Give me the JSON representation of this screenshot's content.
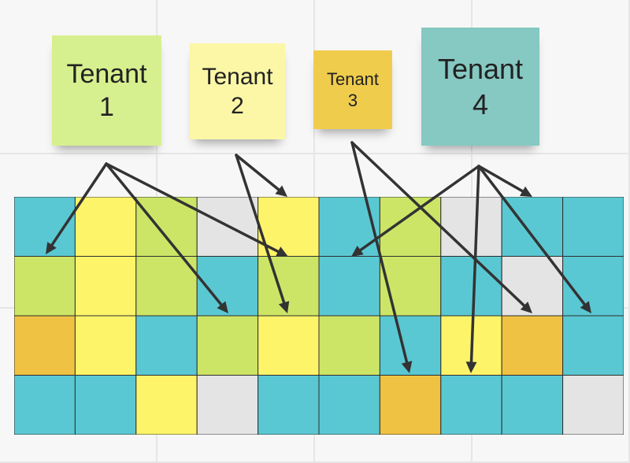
{
  "notes": [
    {
      "id": "tenant-1",
      "line1": "Tenant",
      "line2": "1",
      "color": "#d7f08f"
    },
    {
      "id": "tenant-2",
      "line1": "Tenant",
      "line2": "2",
      "color": "#fbf7a6"
    },
    {
      "id": "tenant-3",
      "line1": "Tenant",
      "line2": "3",
      "color": "#f0cc4d"
    },
    {
      "id": "tenant-4",
      "line1": "Tenant",
      "line2": "4",
      "color": "#86c8c2"
    }
  ],
  "palette": {
    "teal": "#5ac8d3",
    "yellow": "#fdf46a",
    "green": "#cde566",
    "gray": "#e4e4e4",
    "orange": "#f0c243",
    "grid_line": "#2e2e2e",
    "arrow": "#333333"
  },
  "grid_cells": [
    [
      "teal",
      "yellow",
      "green",
      "gray",
      "yellow",
      "teal",
      "green",
      "gray",
      "teal",
      "teal"
    ],
    [
      "green",
      "yellow",
      "green",
      "teal",
      "green",
      "teal",
      "green",
      "teal",
      "gray",
      "teal"
    ],
    [
      "orange",
      "yellow",
      "teal",
      "green",
      "yellow",
      "green",
      "teal",
      "yellow",
      "orange",
      "teal"
    ],
    [
      "teal",
      "teal",
      "yellow",
      "gray",
      "teal",
      "teal",
      "orange",
      "teal",
      "teal",
      "gray"
    ]
  ]
}
